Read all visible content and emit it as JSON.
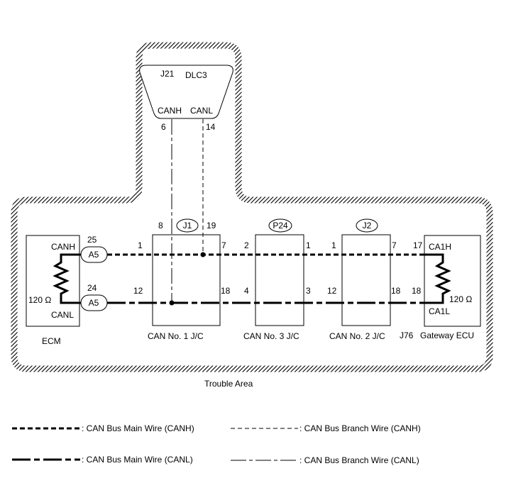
{
  "dlc": {
    "id": "J21",
    "name": "DLC3",
    "canh": "CANH",
    "canl": "CANL",
    "pin_canh": "6",
    "pin_canl": "14"
  },
  "ecm": {
    "name": "ECM",
    "canh": "CANH",
    "canl": "CANL",
    "resistor": "120 Ω",
    "connector": "A5",
    "pin_canh": "25",
    "pin_canl": "24"
  },
  "jc1": {
    "id": "J1",
    "name": "CAN No. 1 J/C",
    "pin_top": "8",
    "pin_top2": "19",
    "pin_h_in": "1",
    "pin_h_out": "7",
    "pin_l_in": "12",
    "pin_l_out": "18"
  },
  "jc3": {
    "id": "P24",
    "name": "CAN No. 3 J/C",
    "pin_h_in": "2",
    "pin_h_out": "1",
    "pin_l_in": "4",
    "pin_l_out": "3"
  },
  "jc2": {
    "id": "J2",
    "name": "CAN No. 2 J/C",
    "pin_h_in": "1",
    "pin_h_out": "7",
    "pin_l_in": "12",
    "pin_l_out": "18"
  },
  "gateway": {
    "id": "J76",
    "name": "Gateway ECU",
    "cah": "CA1H",
    "cal": "CA1L",
    "resistor": "120 Ω",
    "pin_h": "17",
    "pin_l": "18"
  },
  "trouble_area": "Trouble Area",
  "legend": {
    "main_canh": ": CAN Bus Main Wire (CANH)",
    "branch_canh": ": CAN Bus Branch Wire (CANH)",
    "main_canl": ": CAN Bus Main Wire (CANL)",
    "branch_canl": ": CAN Bus Branch Wire (CANL)"
  }
}
